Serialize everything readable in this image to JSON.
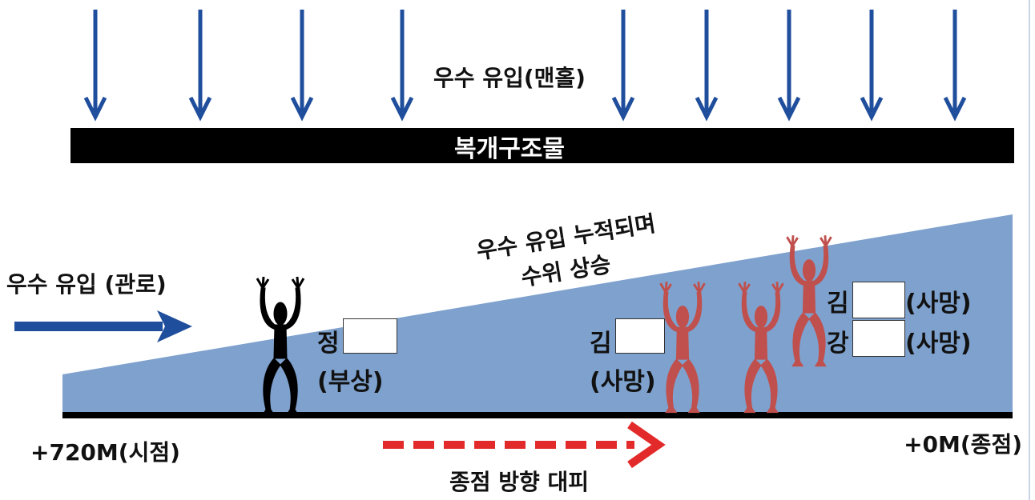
{
  "labels": {
    "rain_manhole": "우수 유입(맨홀)",
    "structure": "복개구조물",
    "rain_pipe": "우수 유입 (관로)",
    "rise_line1": "우수 유입 누적되며",
    "rise_line2": "수위 상승",
    "start": "+720M(시점)",
    "end": "+0M(종점)",
    "evacuate": "종점 방향 대피"
  },
  "people": [
    {
      "surname": "정",
      "status": "(부상)",
      "color": "#000000"
    },
    {
      "surname": "김",
      "status": "(사망)",
      "color": "#c0504d"
    },
    {
      "surname": "김",
      "status": "(사망)",
      "color": "#c0504d"
    },
    {
      "surname": "강",
      "status": "(사망)",
      "color": "#c0504d"
    }
  ],
  "colors": {
    "water": "#7ea1cd",
    "arrow_blue": "#1f4e9c",
    "evacuate_red": "#e32a2a",
    "structure": "#000000",
    "victim": "#c0504d",
    "injured": "#000000"
  },
  "icons": {
    "inflow": "down-arrow-icon",
    "pipe": "right-arrow-icon",
    "person": "stick-figure-icon"
  }
}
